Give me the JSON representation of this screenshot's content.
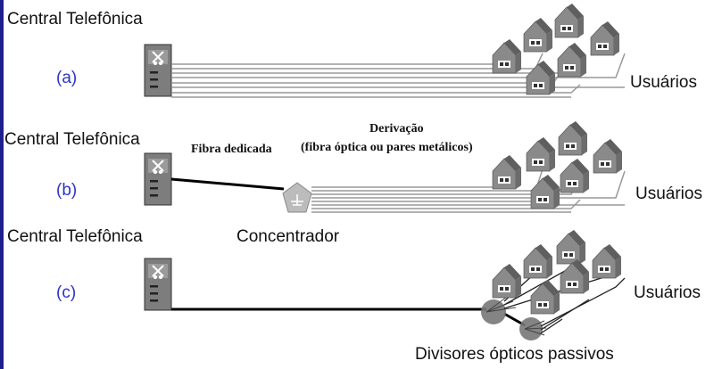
{
  "panels": [
    {
      "id": "a",
      "exchange_label": "Central Telefônica",
      "panel_label": "(a)",
      "users_label": "Usuários"
    },
    {
      "id": "b",
      "exchange_label": "Central Telefônica",
      "panel_label": "(b)",
      "users_label": "Usuários",
      "fiber_label": "Fibra dedicada",
      "branch_title": "Derivação",
      "branch_subtitle": "(fibra óptica ou pares metálicos)",
      "concentrator_label": "Concentrador"
    },
    {
      "id": "c",
      "exchange_label": "Central Telefônica",
      "panel_label": "(c)",
      "users_label": "Usuários",
      "splitter_label": "Divisores ópticos passivos"
    }
  ],
  "colors": {
    "panel_label": "#2c34c8",
    "left_border": "#1d1f8c",
    "house_roof": "#6e6e6e",
    "house_wall": "#8c8c8c",
    "cabinet": "#7a7a7a",
    "fiber": "#000000",
    "concentrator": "#b9b9b9"
  }
}
